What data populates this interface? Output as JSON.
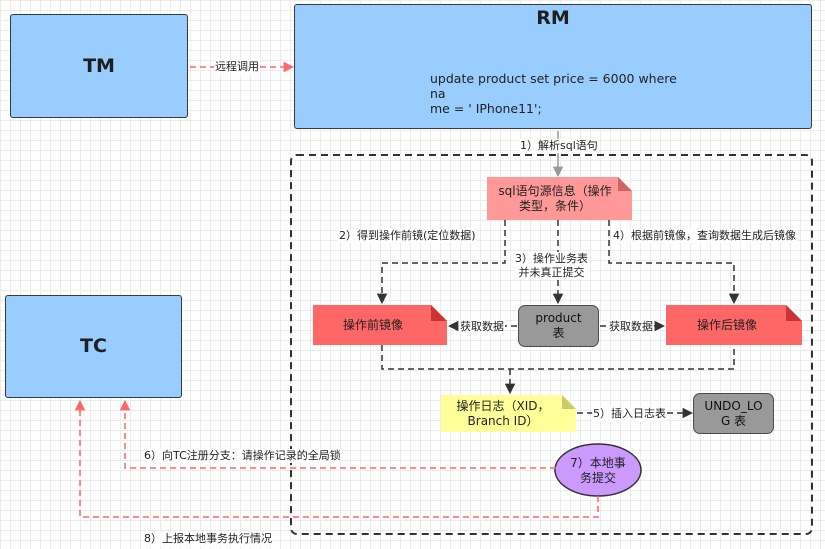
{
  "tm": {
    "label": "TM"
  },
  "rm": {
    "label": "RM",
    "sql_line1": "update product set price = 6000 where na",
    "sql_line2": "me = ' IPhone11';"
  },
  "tc": {
    "label": "TC"
  },
  "nodes": {
    "sql_info_line1": "sql语句源信息（操作",
    "sql_info_line2": "类型，条件）",
    "before_image": "操作前镜像",
    "product_table_line1": "product",
    "product_table_line2": "表",
    "after_image": "操作后镜像",
    "op_log_line1": "操作日志（XID，",
    "op_log_line2": "Branch ID）",
    "undo_log_line1": "UNDO_LO",
    "undo_log_line2": "G 表",
    "commit_line1": "7）本地事",
    "commit_line2": "务提交"
  },
  "edge_labels": {
    "remote_call": "远程调用",
    "parse_sql": "1）解析sql语句",
    "get_before_line1": "2）得到操作前镜(定位数据)",
    "op_business_line1": "3）操作业务表",
    "op_business_line2": "并未真正提交",
    "after_image_query": "4）根据前镜像，查询数据生成后镜像",
    "fetch_left": "获取数据",
    "fetch_right": "获取数据",
    "insert_log": "5）插入日志表",
    "register_branch": "6）向TC注册分支：请操作记录的全局锁",
    "report_status": "8）上报本地事务执行情况"
  },
  "colors": {
    "blue_box": "#99ccff",
    "pink_note": "#ff9999",
    "red_note": "#ff6666",
    "gray_box": "#999999",
    "yellow_note": "#ffff99",
    "purple_ellipse": "#cc99ff",
    "red_arrow": "#ff6666"
  }
}
